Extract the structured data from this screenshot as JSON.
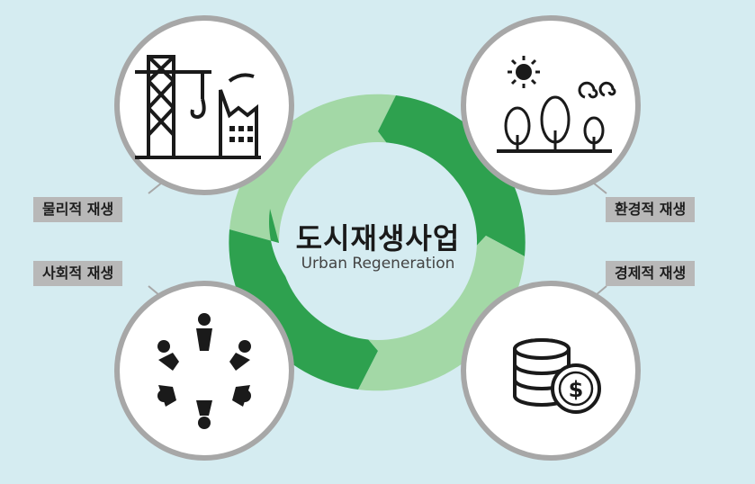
{
  "center": {
    "title": "도시재생사업",
    "subtitle": "Urban Regeneration"
  },
  "labels": {
    "physical": "물리적 재생",
    "environmental": "환경적 재생",
    "social": "사회적 재생",
    "economic": "경제적 재생"
  },
  "colors": {
    "background": "#d5ecf1",
    "ring_dark": "#2ea14f",
    "ring_light": "#a3d8a6",
    "circle_border": "#a7a7a7",
    "label_bg": "#b8b8b8",
    "icon": "#1a1a1a"
  },
  "icons": {
    "physical": "crane-factory-icon",
    "environmental": "sun-trees-wind-icon",
    "social": "people-circle-icon",
    "economic": "coins-dollar-icon"
  }
}
